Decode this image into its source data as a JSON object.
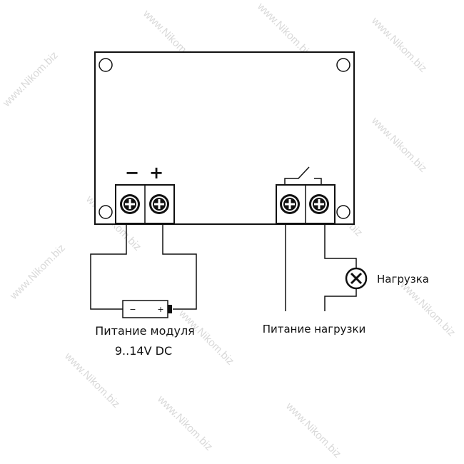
{
  "diagram": {
    "polarity_minus": "−",
    "polarity_plus": "+",
    "battery_minus": "−",
    "battery_plus": "+",
    "label_module_power": "Питание модуля",
    "label_voltage": "9..14V DC",
    "label_load_power": "Питание нагрузки",
    "label_load": "Нагрузка",
    "watermark": "www.Nikom.biz"
  }
}
